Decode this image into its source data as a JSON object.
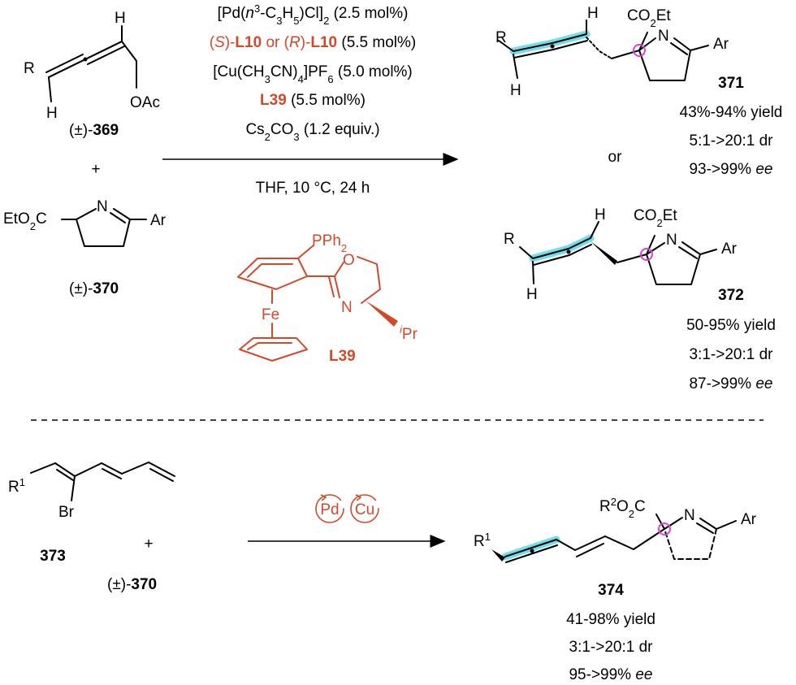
{
  "top_reaction": {
    "conditions": {
      "line1": [
        "[Pd(",
        "n",
        "3",
        "-C",
        "3",
        "H",
        "5",
        ")Cl]",
        "2",
        " (2.5 mol%)"
      ],
      "line2": [
        "(",
        "S",
        ")-",
        "L10",
        " or (",
        "R",
        ")-",
        "L10",
        " (5.5 mol%)"
      ],
      "line3": [
        "[Cu(CH",
        "3",
        "CN)",
        "4",
        "]PF",
        "6",
        " (5.0 mol%)"
      ],
      "line4": [
        "L39",
        " (5.5 mol%)"
      ],
      "line5": [
        "Cs",
        "2",
        "CO",
        "3",
        " (1.2 equiv.)"
      ],
      "below_arrow": "THF, 10 °C, 24 h"
    },
    "reactant1": {
      "label_prefix": "(±)-",
      "label_num": "369",
      "R": "R",
      "H1": "H",
      "H2": "H",
      "OAc": "OAc"
    },
    "plus": "+",
    "reactant2": {
      "label_prefix": "(±)-",
      "label_num": "370",
      "ester": [
        "EtO",
        "2",
        "C"
      ],
      "N": "N",
      "Ar": "Ar"
    },
    "ligand": {
      "label": "L39",
      "PPh2": [
        "PPh",
        "2"
      ],
      "O": "O",
      "N": "N",
      "Fe": "Fe",
      "iPr": [
        "i",
        "Pr"
      ]
    },
    "or": "or",
    "product371": {
      "label": "371",
      "yield": "43%-94% yield",
      "dr": "5:1->20:1 dr",
      "ee_value": "93->99% ",
      "ee_unit": "ee",
      "R": "R",
      "H1": "H",
      "H2": "H",
      "ester": [
        "CO",
        "2",
        "Et"
      ],
      "N": "N",
      "Ar": "Ar"
    },
    "product372": {
      "label": "372",
      "yield": "50-95% yield",
      "dr": "3:1->20:1 dr",
      "ee_value": "87->99% ",
      "ee_unit": "ee",
      "R": "R",
      "H1": "H",
      "H2": "H",
      "ester": [
        "CO",
        "2",
        "Et"
      ],
      "N": "N",
      "Ar": "Ar"
    }
  },
  "bottom_reaction": {
    "reactant1": {
      "label": "373",
      "R1": [
        "R",
        "1"
      ],
      "Br": "Br"
    },
    "plus": "+",
    "reactant2": {
      "label_prefix": "(±)-",
      "label_num": "370"
    },
    "catalysts": {
      "pd": "Pd",
      "cu": "Cu"
    },
    "product374": {
      "label": "374",
      "yield": "41-98% yield",
      "dr": "3:1->20:1 dr",
      "ee_value": "95->99% ",
      "ee_unit": "ee",
      "R1": [
        "R",
        "1"
      ],
      "ester": [
        "R",
        "2",
        "O",
        "2",
        "C"
      ],
      "N": "N",
      "Ar": "Ar"
    }
  },
  "colors": {
    "accent_red": "#d2492a",
    "highlight_cyan": "#5ad8e8",
    "stereocenter_magenta": "#e040d0"
  }
}
